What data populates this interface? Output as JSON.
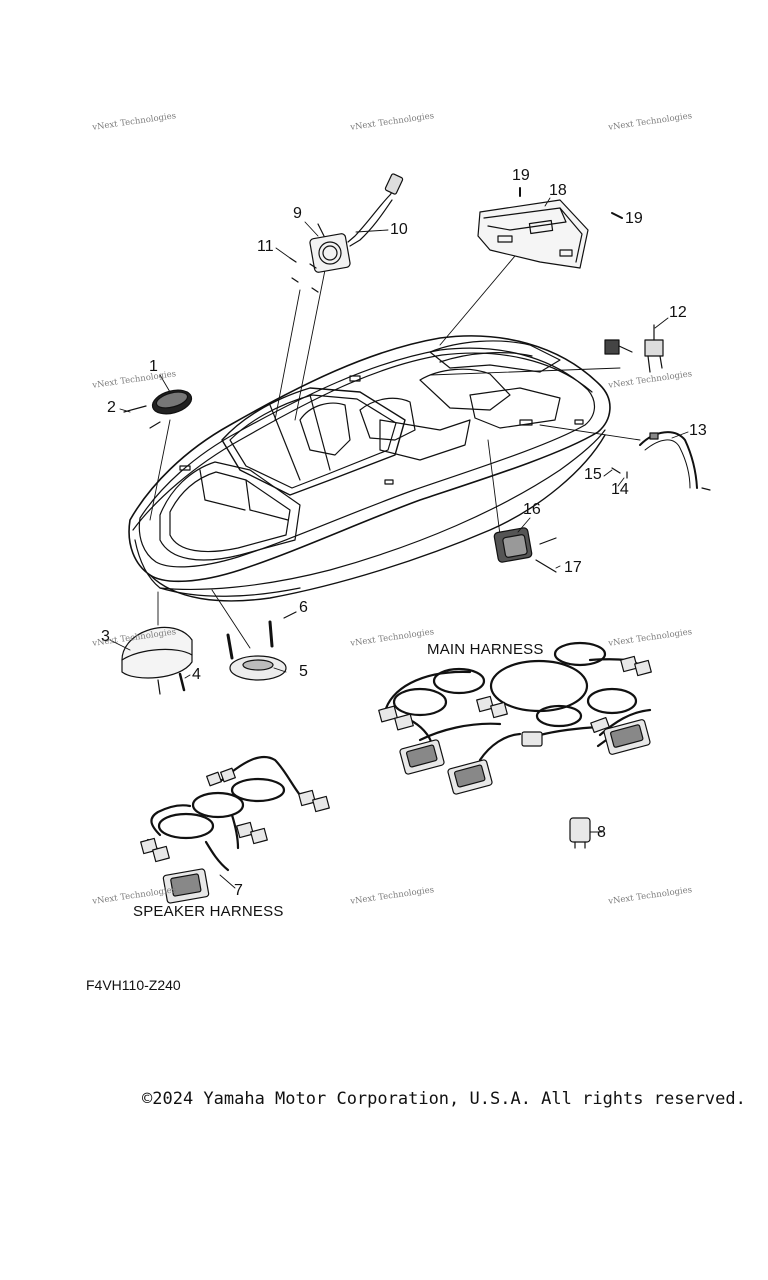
{
  "watermark": "vNext Technologies",
  "diagram_code": "F4VH110-Z240",
  "copyright": "©2024 Yamaha Motor Corporation, U.S.A. All rights reserved.",
  "labels": {
    "main_harness": "MAIN HARNESS",
    "speaker_harness": "SPEAKER HARNESS"
  },
  "callouts": [
    "1",
    "2",
    "3",
    "4",
    "5",
    "6",
    "7",
    "8",
    "9",
    "10",
    "11",
    "12",
    "13",
    "14",
    "15",
    "16",
    "17",
    "18",
    "19",
    "19"
  ]
}
